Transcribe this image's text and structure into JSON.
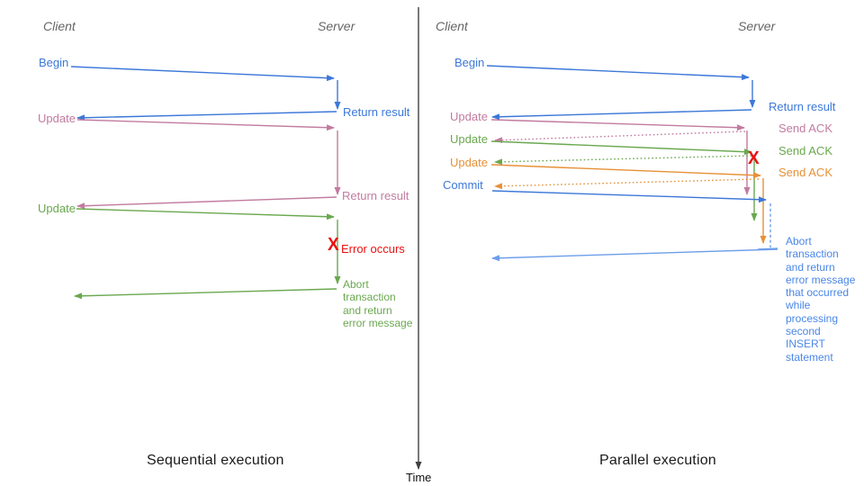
{
  "colors": {
    "blue": "#3c78d8",
    "blue-light": "#6d9eeb",
    "blue-light-text": "#4a86e8",
    "pink": "#c27ba0",
    "green": "#6aa84f",
    "orange": "#e69138",
    "red": "#ea1111",
    "gray": "#666666",
    "axis": "#404040",
    "caption": "#1a1a1a"
  },
  "time_axis": {
    "label": "Time"
  },
  "left": {
    "caption": "Sequential execution",
    "client": "Client",
    "server": "Server",
    "begin": "Begin",
    "return_result_1": "Return result",
    "update_1": "Update",
    "return_result_2": "Return result",
    "update_2": "Update",
    "error_mark": "X",
    "error_label": "Error occurs",
    "abort_note": "Abort\ntransaction\nand return\nerror message"
  },
  "right": {
    "caption": "Parallel execution",
    "client": "Client",
    "server": "Server",
    "begin": "Begin",
    "return_result": "Return result",
    "update_1": "Update",
    "send_ack_1": "Send ACK",
    "update_2": "Update",
    "send_ack_2": "Send ACK",
    "update_3": "Update",
    "send_ack_3": "Send ACK",
    "commit": "Commit",
    "error_mark": "X",
    "abort_note": "Abort\ntransaction\nand return\nerror message\nthat occurred\nwhile\nprocessing\nsecond\nINSERT\nstatement"
  }
}
